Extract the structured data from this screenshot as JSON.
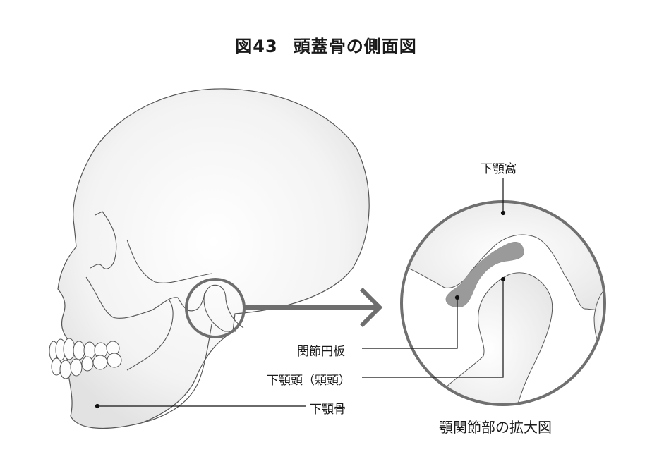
{
  "figure": {
    "number": "図43",
    "title": "頭蓋骨の側面図"
  },
  "labels": {
    "mandibular_fossa": "下顎窩",
    "articular_disc": "関節円板",
    "mandibular_head": "下顎頭（顆頭）",
    "mandible": "下顎骨"
  },
  "inset": {
    "caption": "顎関節部の拡大図"
  },
  "colors": {
    "outline": "#555555",
    "circle_stroke": "#707070",
    "arrow": "#6e6e6e",
    "disc_fill": "#9a9a9a",
    "bone_fill": "#ececec"
  }
}
